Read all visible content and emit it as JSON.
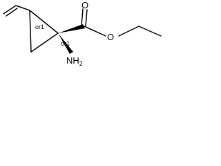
{
  "molecule": {
    "atoms": {
      "carbonyl_oxygen": "O",
      "ester_oxygen": "O",
      "amine": {
        "label": "NH",
        "subscript": "2"
      }
    },
    "stereo_labels": {
      "vinyl_center": "or1",
      "quaternary_center": "or1"
    }
  }
}
